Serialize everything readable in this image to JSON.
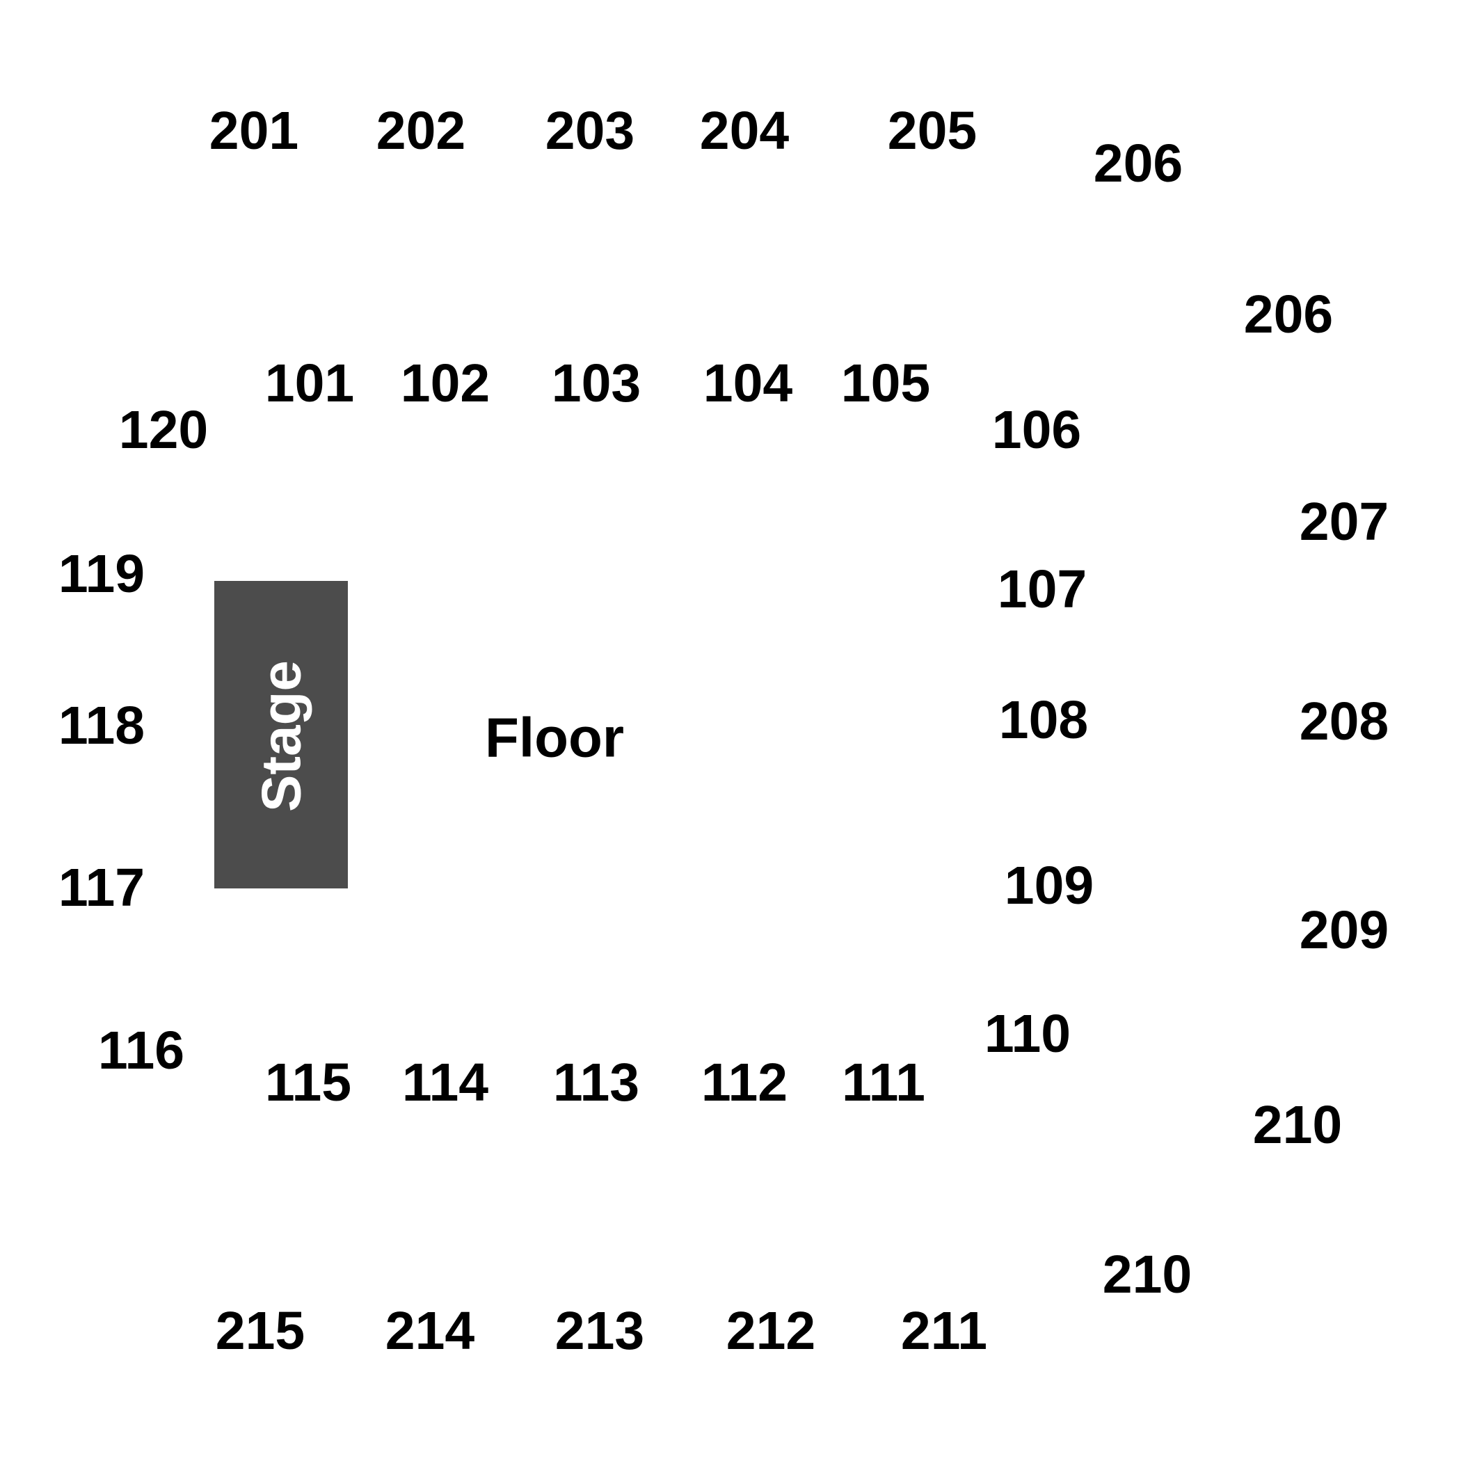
{
  "stage": {
    "label": "Stage",
    "color": "#4c4c4c"
  },
  "floor": {
    "label": "Floor"
  },
  "text_color": "#000000",
  "sections": {
    "s201": "201",
    "s202": "202",
    "s203": "203",
    "s204": "204",
    "s205": "205",
    "s206a": "206",
    "s206b": "206",
    "s207": "207",
    "s208": "208",
    "s209": "209",
    "s210a": "210",
    "s210b": "210",
    "s211": "211",
    "s212": "212",
    "s213": "213",
    "s214": "214",
    "s215": "215",
    "s101": "101",
    "s102": "102",
    "s103": "103",
    "s104": "104",
    "s105": "105",
    "s106": "106",
    "s107": "107",
    "s108": "108",
    "s109": "109",
    "s110": "110",
    "s111": "111",
    "s112": "112",
    "s113": "113",
    "s114": "114",
    "s115": "115",
    "s116": "116",
    "s117": "117",
    "s118": "118",
    "s119": "119",
    "s120": "120"
  }
}
